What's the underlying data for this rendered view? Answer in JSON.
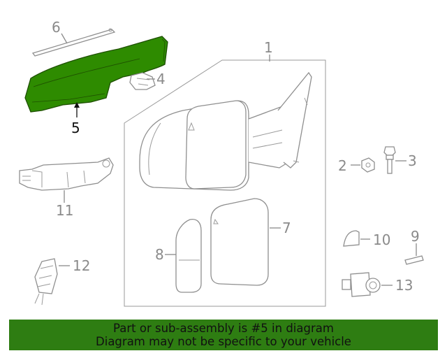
{
  "highlight_color": "#2e8b00",
  "callouts": [
    {
      "id": "part-1",
      "text": "1"
    },
    {
      "id": "part-2",
      "text": "2"
    },
    {
      "id": "part-3",
      "text": "3"
    },
    {
      "id": "part-4",
      "text": "4"
    },
    {
      "id": "part-5",
      "text": "5",
      "highlighted": true
    },
    {
      "id": "part-6",
      "text": "6"
    },
    {
      "id": "part-7",
      "text": "7"
    },
    {
      "id": "part-8",
      "text": "8"
    },
    {
      "id": "part-9",
      "text": "9"
    },
    {
      "id": "part-10",
      "text": "10"
    },
    {
      "id": "part-11",
      "text": "11"
    },
    {
      "id": "part-12",
      "text": "12"
    },
    {
      "id": "part-13",
      "text": "13"
    }
  ],
  "banner": {
    "line1": "Part or sub-assembly is #5 in diagram",
    "line2": "Diagram may not be specific to your vehicle",
    "color": "#2e7d12"
  }
}
